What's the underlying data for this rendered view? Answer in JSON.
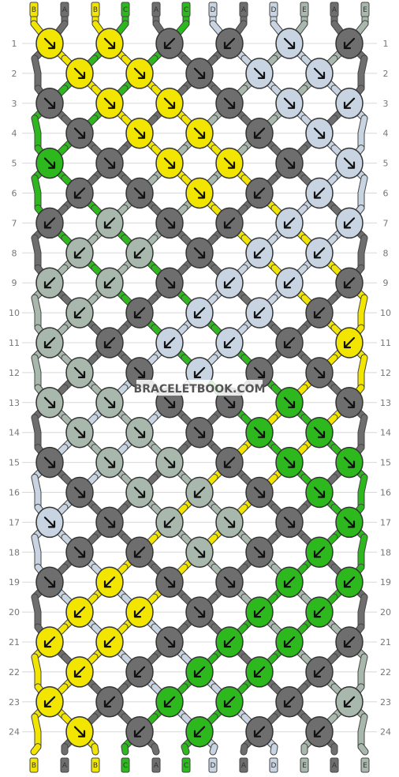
{
  "watermark": "BRACELETBOOK.COM",
  "colors": {
    "A": "#6e6e6e",
    "B": "#f2e600",
    "C": "#2db81e",
    "D": "#c8d4e2",
    "E": "#a8b8ad"
  },
  "top_labels": [
    "B",
    "A",
    "B",
    "C",
    "A",
    "C",
    "D",
    "A",
    "D",
    "E",
    "A",
    "E"
  ],
  "bottom_labels": [
    "B",
    "A",
    "B",
    "C",
    "A",
    "C",
    "D",
    "A",
    "D",
    "E",
    "A",
    "E"
  ],
  "rows": [
    {
      "number": "1",
      "knots": [
        {
          "c": "B",
          "d": "R"
        },
        {
          "c": "B",
          "d": "R"
        },
        {
          "c": "A",
          "d": "L"
        },
        {
          "c": "A",
          "d": "L"
        },
        {
          "c": "D",
          "d": "R"
        },
        {
          "c": "A",
          "d": "L"
        }
      ]
    },
    {
      "number": "2",
      "knots": [
        {
          "c": "B",
          "d": "R"
        },
        {
          "c": "B",
          "d": "R"
        },
        {
          "c": "A",
          "d": "R"
        },
        {
          "c": "D",
          "d": "R"
        },
        {
          "c": "D",
          "d": "R"
        }
      ]
    },
    {
      "number": "3",
      "knots": [
        {
          "c": "A",
          "d": "R"
        },
        {
          "c": "B",
          "d": "R"
        },
        {
          "c": "B",
          "d": "R"
        },
        {
          "c": "A",
          "d": "R"
        },
        {
          "c": "D",
          "d": "R"
        },
        {
          "c": "D",
          "d": "L"
        }
      ]
    },
    {
      "number": "4",
      "knots": [
        {
          "c": "A",
          "d": "R"
        },
        {
          "c": "B",
          "d": "R"
        },
        {
          "c": "B",
          "d": "R"
        },
        {
          "c": "A",
          "d": "L"
        },
        {
          "c": "D",
          "d": "R"
        }
      ]
    },
    {
      "number": "5",
      "knots": [
        {
          "c": "C",
          "d": "R"
        },
        {
          "c": "A",
          "d": "R"
        },
        {
          "c": "B",
          "d": "R"
        },
        {
          "c": "B",
          "d": "R"
        },
        {
          "c": "A",
          "d": "R"
        },
        {
          "c": "D",
          "d": "R"
        }
      ]
    },
    {
      "number": "6",
      "knots": [
        {
          "c": "A",
          "d": "L"
        },
        {
          "c": "A",
          "d": "R"
        },
        {
          "c": "B",
          "d": "R"
        },
        {
          "c": "A",
          "d": "L"
        },
        {
          "c": "D",
          "d": "L"
        }
      ]
    },
    {
      "number": "7",
      "knots": [
        {
          "c": "A",
          "d": "L"
        },
        {
          "c": "E",
          "d": "L"
        },
        {
          "c": "A",
          "d": "R"
        },
        {
          "c": "A",
          "d": "L"
        },
        {
          "c": "D",
          "d": "L"
        },
        {
          "c": "D",
          "d": "L"
        }
      ]
    },
    {
      "number": "8",
      "knots": [
        {
          "c": "E",
          "d": "L"
        },
        {
          "c": "E",
          "d": "L"
        },
        {
          "c": "A",
          "d": "R"
        },
        {
          "c": "D",
          "d": "L"
        },
        {
          "c": "D",
          "d": "L"
        }
      ]
    },
    {
      "number": "9",
      "knots": [
        {
          "c": "E",
          "d": "L"
        },
        {
          "c": "E",
          "d": "L"
        },
        {
          "c": "A",
          "d": "R"
        },
        {
          "c": "D",
          "d": "L"
        },
        {
          "c": "D",
          "d": "L"
        },
        {
          "c": "A",
          "d": "L"
        }
      ]
    },
    {
      "number": "10",
      "knots": [
        {
          "c": "E",
          "d": "L"
        },
        {
          "c": "A",
          "d": "L"
        },
        {
          "c": "D",
          "d": "L"
        },
        {
          "c": "D",
          "d": "L"
        },
        {
          "c": "A",
          "d": "L"
        }
      ]
    },
    {
      "number": "11",
      "knots": [
        {
          "c": "E",
          "d": "L"
        },
        {
          "c": "A",
          "d": "L"
        },
        {
          "c": "D",
          "d": "L"
        },
        {
          "c": "D",
          "d": "L"
        },
        {
          "c": "A",
          "d": "L"
        },
        {
          "c": "B",
          "d": "L"
        }
      ]
    },
    {
      "number": "12",
      "knots": [
        {
          "c": "E",
          "d": "R"
        },
        {
          "c": "A",
          "d": "R"
        },
        {
          "c": "D",
          "d": "L"
        },
        {
          "c": "A",
          "d": "R"
        },
        {
          "c": "A",
          "d": "R"
        }
      ]
    },
    {
      "number": "13",
      "knots": [
        {
          "c": "E",
          "d": "R"
        },
        {
          "c": "E",
          "d": "R"
        },
        {
          "c": "A",
          "d": "R"
        },
        {
          "c": "A",
          "d": "R"
        },
        {
          "c": "C",
          "d": "R"
        },
        {
          "c": "A",
          "d": "R"
        }
      ]
    },
    {
      "number": "14",
      "knots": [
        {
          "c": "E",
          "d": "R"
        },
        {
          "c": "E",
          "d": "R"
        },
        {
          "c": "A",
          "d": "R"
        },
        {
          "c": "C",
          "d": "R"
        },
        {
          "c": "C",
          "d": "R"
        }
      ]
    },
    {
      "number": "15",
      "knots": [
        {
          "c": "A",
          "d": "R"
        },
        {
          "c": "E",
          "d": "R"
        },
        {
          "c": "E",
          "d": "R"
        },
        {
          "c": "A",
          "d": "L"
        },
        {
          "c": "C",
          "d": "R"
        },
        {
          "c": "C",
          "d": "R"
        }
      ]
    },
    {
      "number": "16",
      "knots": [
        {
          "c": "A",
          "d": "R"
        },
        {
          "c": "E",
          "d": "R"
        },
        {
          "c": "E",
          "d": "L"
        },
        {
          "c": "A",
          "d": "R"
        },
        {
          "c": "C",
          "d": "R"
        }
      ]
    },
    {
      "number": "17",
      "knots": [
        {
          "c": "D",
          "d": "R"
        },
        {
          "c": "A",
          "d": "R"
        },
        {
          "c": "E",
          "d": "L"
        },
        {
          "c": "E",
          "d": "R"
        },
        {
          "c": "A",
          "d": "R"
        },
        {
          "c": "C",
          "d": "R"
        }
      ]
    },
    {
      "number": "18",
      "knots": [
        {
          "c": "A",
          "d": "R"
        },
        {
          "c": "A",
          "d": "L"
        },
        {
          "c": "E",
          "d": "R"
        },
        {
          "c": "A",
          "d": "R"
        },
        {
          "c": "C",
          "d": "L"
        }
      ]
    },
    {
      "number": "19",
      "knots": [
        {
          "c": "A",
          "d": "R"
        },
        {
          "c": "B",
          "d": "L"
        },
        {
          "c": "A",
          "d": "R"
        },
        {
          "c": "A",
          "d": "R"
        },
        {
          "c": "C",
          "d": "L"
        },
        {
          "c": "C",
          "d": "L"
        }
      ]
    },
    {
      "number": "20",
      "knots": [
        {
          "c": "B",
          "d": "L"
        },
        {
          "c": "B",
          "d": "L"
        },
        {
          "c": "A",
          "d": "R"
        },
        {
          "c": "C",
          "d": "L"
        },
        {
          "c": "C",
          "d": "L"
        }
      ]
    },
    {
      "number": "21",
      "knots": [
        {
          "c": "B",
          "d": "L"
        },
        {
          "c": "B",
          "d": "L"
        },
        {
          "c": "A",
          "d": "R"
        },
        {
          "c": "C",
          "d": "L"
        },
        {
          "c": "C",
          "d": "L"
        },
        {
          "c": "A",
          "d": "L"
        }
      ]
    },
    {
      "number": "22",
      "knots": [
        {
          "c": "B",
          "d": "L"
        },
        {
          "c": "A",
          "d": "L"
        },
        {
          "c": "C",
          "d": "L"
        },
        {
          "c": "C",
          "d": "L"
        },
        {
          "c": "A",
          "d": "L"
        }
      ]
    },
    {
      "number": "23",
      "knots": [
        {
          "c": "B",
          "d": "L"
        },
        {
          "c": "A",
          "d": "L"
        },
        {
          "c": "C",
          "d": "L"
        },
        {
          "c": "C",
          "d": "L"
        },
        {
          "c": "A",
          "d": "L"
        },
        {
          "c": "E",
          "d": "L"
        }
      ]
    },
    {
      "number": "24",
      "knots": [
        {
          "c": "B",
          "d": "R"
        },
        {
          "c": "A",
          "d": "L"
        },
        {
          "c": "C",
          "d": "L"
        },
        {
          "c": "A",
          "d": "L"
        },
        {
          "c": "A",
          "d": "L"
        }
      ]
    }
  ]
}
